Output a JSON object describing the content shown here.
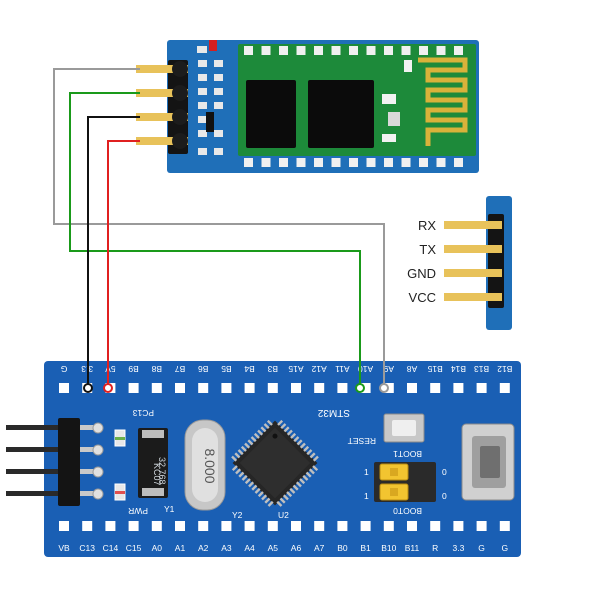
{
  "colors": {
    "bt_board": "#1f6fb8",
    "bt_antenna_board": "#1d8a3a",
    "antenna_trace": "#d8b23a",
    "stm_board": "#1a5fb4",
    "header_gold": "#e8c25a",
    "wire_gray": "#9a9a9a",
    "wire_green": "#1a9a1a",
    "wire_black": "#111111",
    "wire_red": "#e02020"
  },
  "pinout": {
    "labels": [
      "RX",
      "TX",
      "GND",
      "VCC"
    ]
  },
  "stm32": {
    "top_pins": [
      "G",
      "3.3",
      "5V",
      "B9",
      "B8",
      "B7",
      "B6",
      "B5",
      "B4",
      "B3",
      "A15",
      "A12",
      "A11",
      "A10",
      "A9",
      "A8",
      "B15",
      "B14",
      "B13",
      "B12"
    ],
    "bottom_pins": [
      "VB",
      "C13",
      "C14",
      "C15",
      "A0",
      "A1",
      "A2",
      "A3",
      "A4",
      "A5",
      "A6",
      "A7",
      "B0",
      "B1",
      "B10",
      "B11",
      "R",
      "3.3",
      "G",
      "G"
    ],
    "chip_label": "STM32",
    "reset_label": "RESET",
    "boot1_label": "BOOT1",
    "boot0_label": "BOOT0",
    "pc13_label": "PC13",
    "pwr_label": "PWR",
    "y1_label": "Y1",
    "y2_label": "Y2",
    "u2_label": "U2",
    "crystal_small_text": "32.768",
    "crystal_small_text2": "KC07",
    "crystal_big_text": "8.000",
    "jumper_1": "1",
    "jumper_0": "0"
  },
  "icons": {
    "microusb": "micro-usb-port-icon",
    "mcu": "qfp-chip-icon"
  }
}
